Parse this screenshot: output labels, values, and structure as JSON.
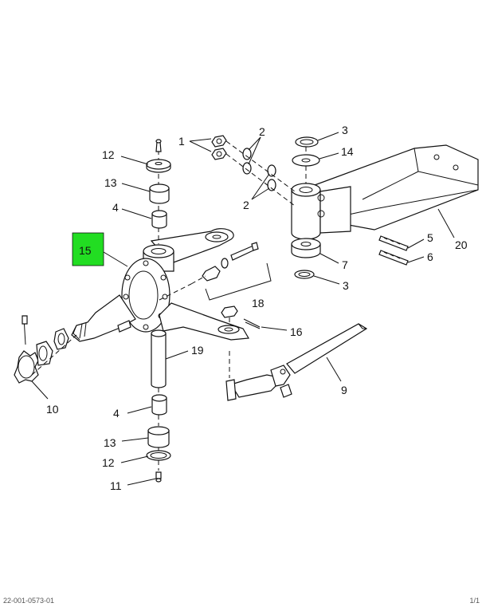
{
  "diagram": {
    "callouts": {
      "c1": "1",
      "c2a": "2",
      "c2b": "2",
      "c3a": "3",
      "c3b": "3",
      "c4a": "4",
      "c4b": "4",
      "c5": "5",
      "c6": "6",
      "c7": "7",
      "c9": "9",
      "c10": "10",
      "c11": "11",
      "c12a": "12",
      "c12b": "12",
      "c13a": "13",
      "c13b": "13",
      "c14": "14",
      "c15": "15",
      "c16": "16",
      "c18": "18",
      "c19": "19",
      "c20": "20"
    },
    "highlight_color": "#22dd22",
    "footer_left": "22-001-0573-01",
    "footer_right": "1/1"
  }
}
